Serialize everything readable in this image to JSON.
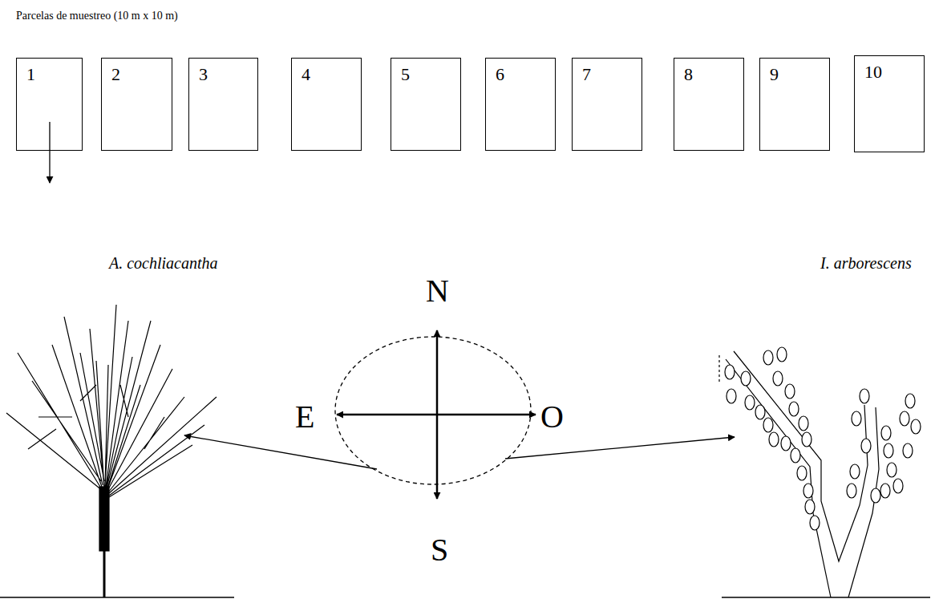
{
  "diagram": {
    "title": "Parcelas de muestreo (10 m x 10 m)",
    "nodes": [
      {
        "text": [
          "1"
        ]
      },
      {
        "text": [
          "2"
        ]
      },
      {
        "text": [
          "3"
        ]
      },
      {
        "text": [
          "4"
        ]
      },
      {
        "text": [
          "5"
        ]
      },
      {
        "text": [
          "6"
        ]
      },
      {
        "text": [
          "7"
        ]
      },
      {
        "text": [
          "8"
        ]
      },
      {
        "text": [
          "9"
        ]
      },
      {
        "text": [
          "10"
        ]
      }
    ],
    "labels": [
      "A. cochliacantha",
      "I. arborescens",
      "N",
      "E",
      "O",
      "S"
    ]
  }
}
